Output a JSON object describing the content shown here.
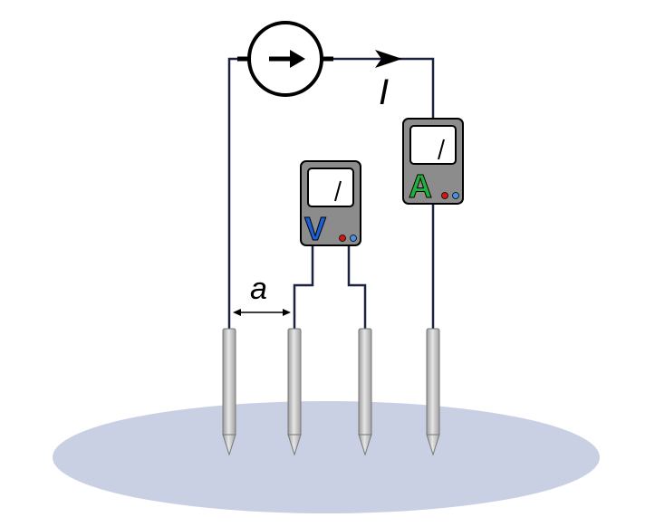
{
  "labels": {
    "current": "I",
    "spacing": "a"
  },
  "meters": {
    "voltmeter_letter": "V",
    "ammeter_letter": "A"
  },
  "colors": {
    "ground": "#c9d0e3",
    "wire": "#1c2340",
    "electrode": "#c8c8c8",
    "meter_body": "#8c8c8c",
    "voltmeter_letter": "#1a5fd6",
    "ammeter_letter": "#22b03c",
    "terminal_red": "#d01818",
    "terminal_blue": "#4a8fe0"
  },
  "icons": [
    "current-source-icon",
    "arrow-icon",
    "electrode-icon",
    "meter-icon"
  ]
}
